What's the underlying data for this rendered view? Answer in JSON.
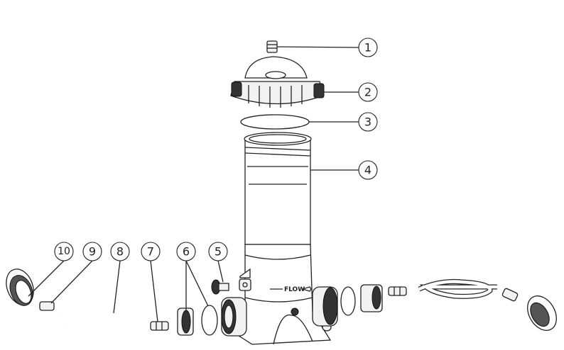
{
  "diagram": {
    "callouts": [
      "1",
      "2",
      "3",
      "4",
      "5",
      "6",
      "7",
      "8",
      "9",
      "10"
    ],
    "body_label": "FLOW"
  }
}
